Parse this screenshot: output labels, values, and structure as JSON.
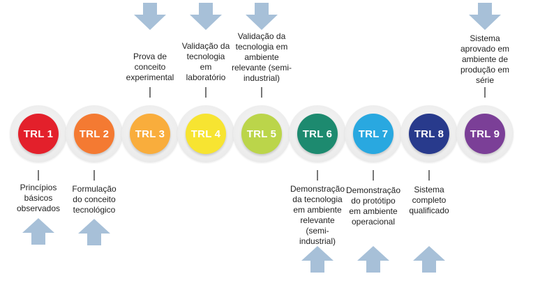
{
  "arrow_color": "#a7c0d8",
  "stages": [
    {
      "label": "TRL 1",
      "color": "#e3202b",
      "description": "Princípios básicos observados",
      "side": "bottom"
    },
    {
      "label": "TRL 2",
      "color": "#f47a32",
      "description": "Formulação do conceito tecnológico",
      "side": "bottom"
    },
    {
      "label": "TRL 3",
      "color": "#f9ad3c",
      "description": "Prova de conceito experimental",
      "side": "top"
    },
    {
      "label": "TRL 4",
      "color": "#f7e431",
      "description": "Validação da tecnologia em laboratório",
      "side": "top"
    },
    {
      "label": "TRL 5",
      "color": "#bbd54a",
      "description": "Validação da tecnologia em ambiente relevante (semi-industrial)",
      "side": "top"
    },
    {
      "label": "TRL 6",
      "color": "#1d8a6f",
      "description": "Demonstração da tecnologia em ambiente relevante (semi-industrial)",
      "side": "bottom"
    },
    {
      "label": "TRL 7",
      "color": "#29a8e0",
      "description": "Demonstração do protótipo em ambiente operacional",
      "side": "bottom"
    },
    {
      "label": "TRL 8",
      "color": "#283a8c",
      "description": "Sistema completo qualificado",
      "side": "bottom"
    },
    {
      "label": "TRL 9",
      "color": "#7b3f97",
      "description": "Sistema aprovado em ambiente de produção em série",
      "side": "top"
    }
  ]
}
